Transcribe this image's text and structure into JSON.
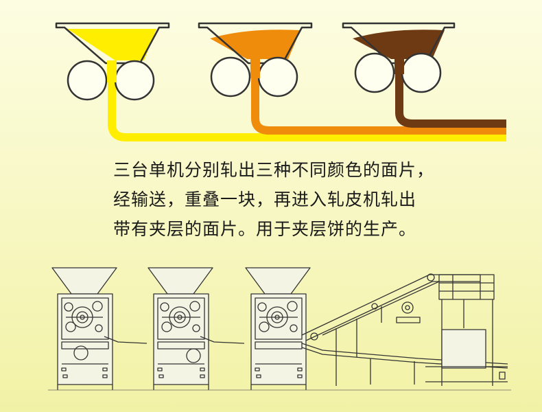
{
  "description": {
    "lines": [
      "三台单机分别轧出三种不同颜色的面片，",
      "经输送，重叠一块，再进入轧皮机轧出",
      "带有夹层的面片。用于夹层饼的生产。"
    ]
  },
  "colors": {
    "yellow": "#ffee00",
    "orange": "#f08c0c",
    "brown": "#6e3a14",
    "outline": "#333333",
    "machine_fill": "#f4f4e4"
  },
  "hoppers": [
    {
      "name": "yellow-dough",
      "color": "#ffee00"
    },
    {
      "name": "orange-dough",
      "color": "#f08c0c"
    },
    {
      "name": "brown-dough",
      "color": "#6e3a14"
    }
  ]
}
